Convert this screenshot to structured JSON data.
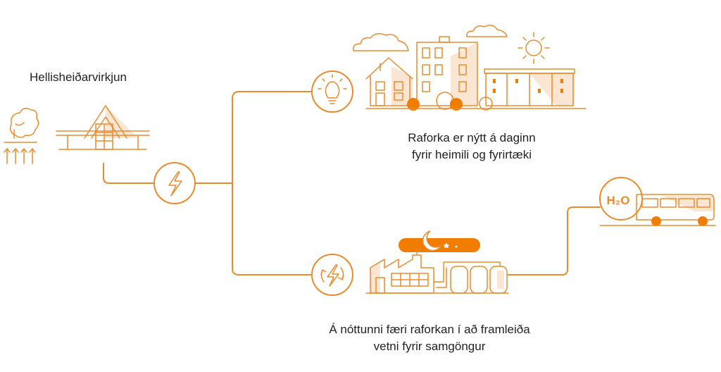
{
  "labels": {
    "plant_name": "Hellisheiðarvirkjun",
    "day_use_line1": "Raforka er nýtt á daginn",
    "day_use_line2": "fyrir heimili og fyrirtæki",
    "night_use_line1": "Á nóttunni færi raforkan í að framleiða",
    "night_use_line2": "vetni fyrir samgöngur",
    "h2_label": "H₂O"
  },
  "colors": {
    "accent": "#f07d00",
    "line": "#e98b2c",
    "tint": "#fbe6d3",
    "text": "#222222"
  },
  "icons": [
    "steam-vent-icon",
    "power-plant-icon",
    "lightning-icon",
    "lightbulb-icon",
    "city-icon",
    "sun-icon",
    "cloud-icon",
    "cycle-lightning-icon",
    "factory-icon",
    "moon-icon",
    "bus-icon"
  ]
}
